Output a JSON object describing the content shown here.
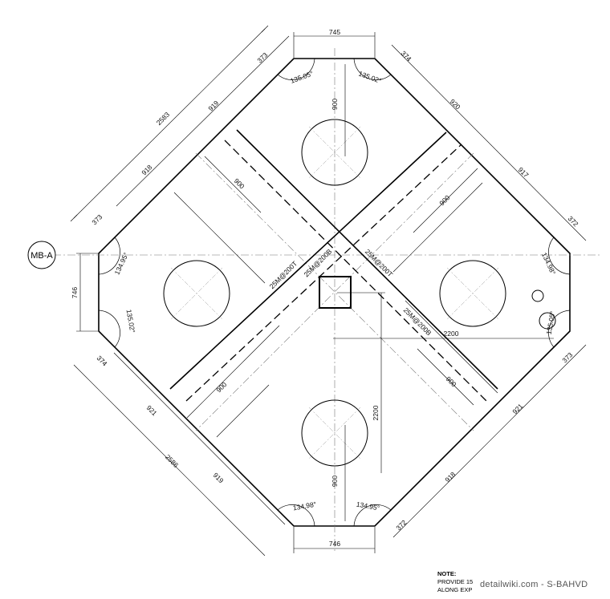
{
  "tag": "MB-A",
  "dims": {
    "top_width": "745",
    "bottom_width": "746",
    "left_height": "746",
    "ul_overall": "2583",
    "ul_seg1": "373",
    "ul_seg2": "919",
    "ul_seg3": "918",
    "ul_seg4": "373",
    "ur_seg1": "374",
    "ur_seg2": "920",
    "ur_seg3": "917",
    "ur_seg4": "372",
    "ll_overall": "2586",
    "ll_seg1": "374",
    "ll_seg2": "921",
    "ll_seg3": "919",
    "lr_seg1": "373",
    "lr_seg2": "921",
    "lr_seg3": "918",
    "lr_seg4": "372",
    "pile_spacing_top": "900",
    "pile_spacing_bottom": "900",
    "pile_spacing_ul": "900",
    "pile_spacing_ur": "900",
    "pile_spacing_ll": "900",
    "pile_spacing_lr": "900",
    "col_offset_h": "2200",
    "col_offset_v": "2200"
  },
  "angles": {
    "top_left": "135.05°",
    "top_right": "135.02°",
    "left_top": "134.95°",
    "left_bottom": "135.02°",
    "right_top": "134.98°",
    "right_bottom": "135.05°",
    "bottom_left": "134.98°",
    "bottom_right": "134.95°"
  },
  "rebar": {
    "label_1": "25M@200T",
    "label_2": "25M@200B",
    "label_3": "25M@200T",
    "label_4": "25M@200B"
  },
  "note": {
    "heading": "NOTE:",
    "line1": "PROVIDE 15",
    "line2": "ALONG EXP"
  },
  "watermark": "detailwiki.com - S-BAHVD"
}
